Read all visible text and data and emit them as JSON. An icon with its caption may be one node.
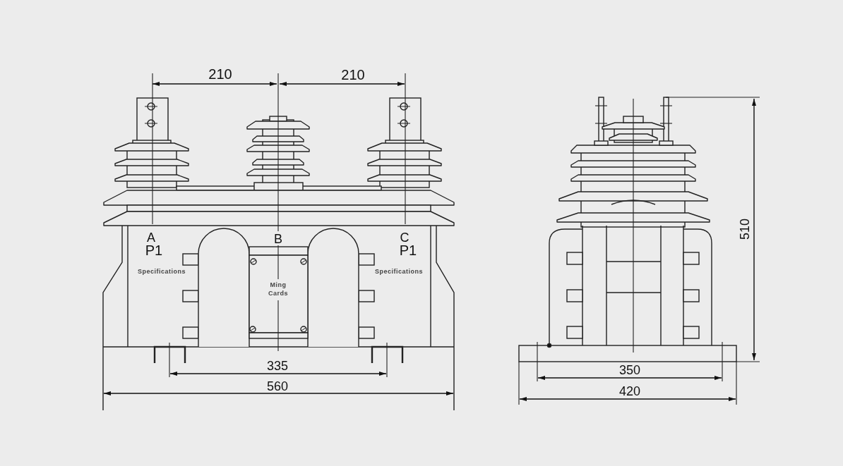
{
  "diagram": {
    "labels": [
      "210",
      "210",
      "510",
      "A",
      "B",
      "C",
      "P1",
      "P1",
      "Specifications",
      "Specifications",
      "Ming Cards",
      "335",
      "350",
      "560",
      "420"
    ]
  }
}
